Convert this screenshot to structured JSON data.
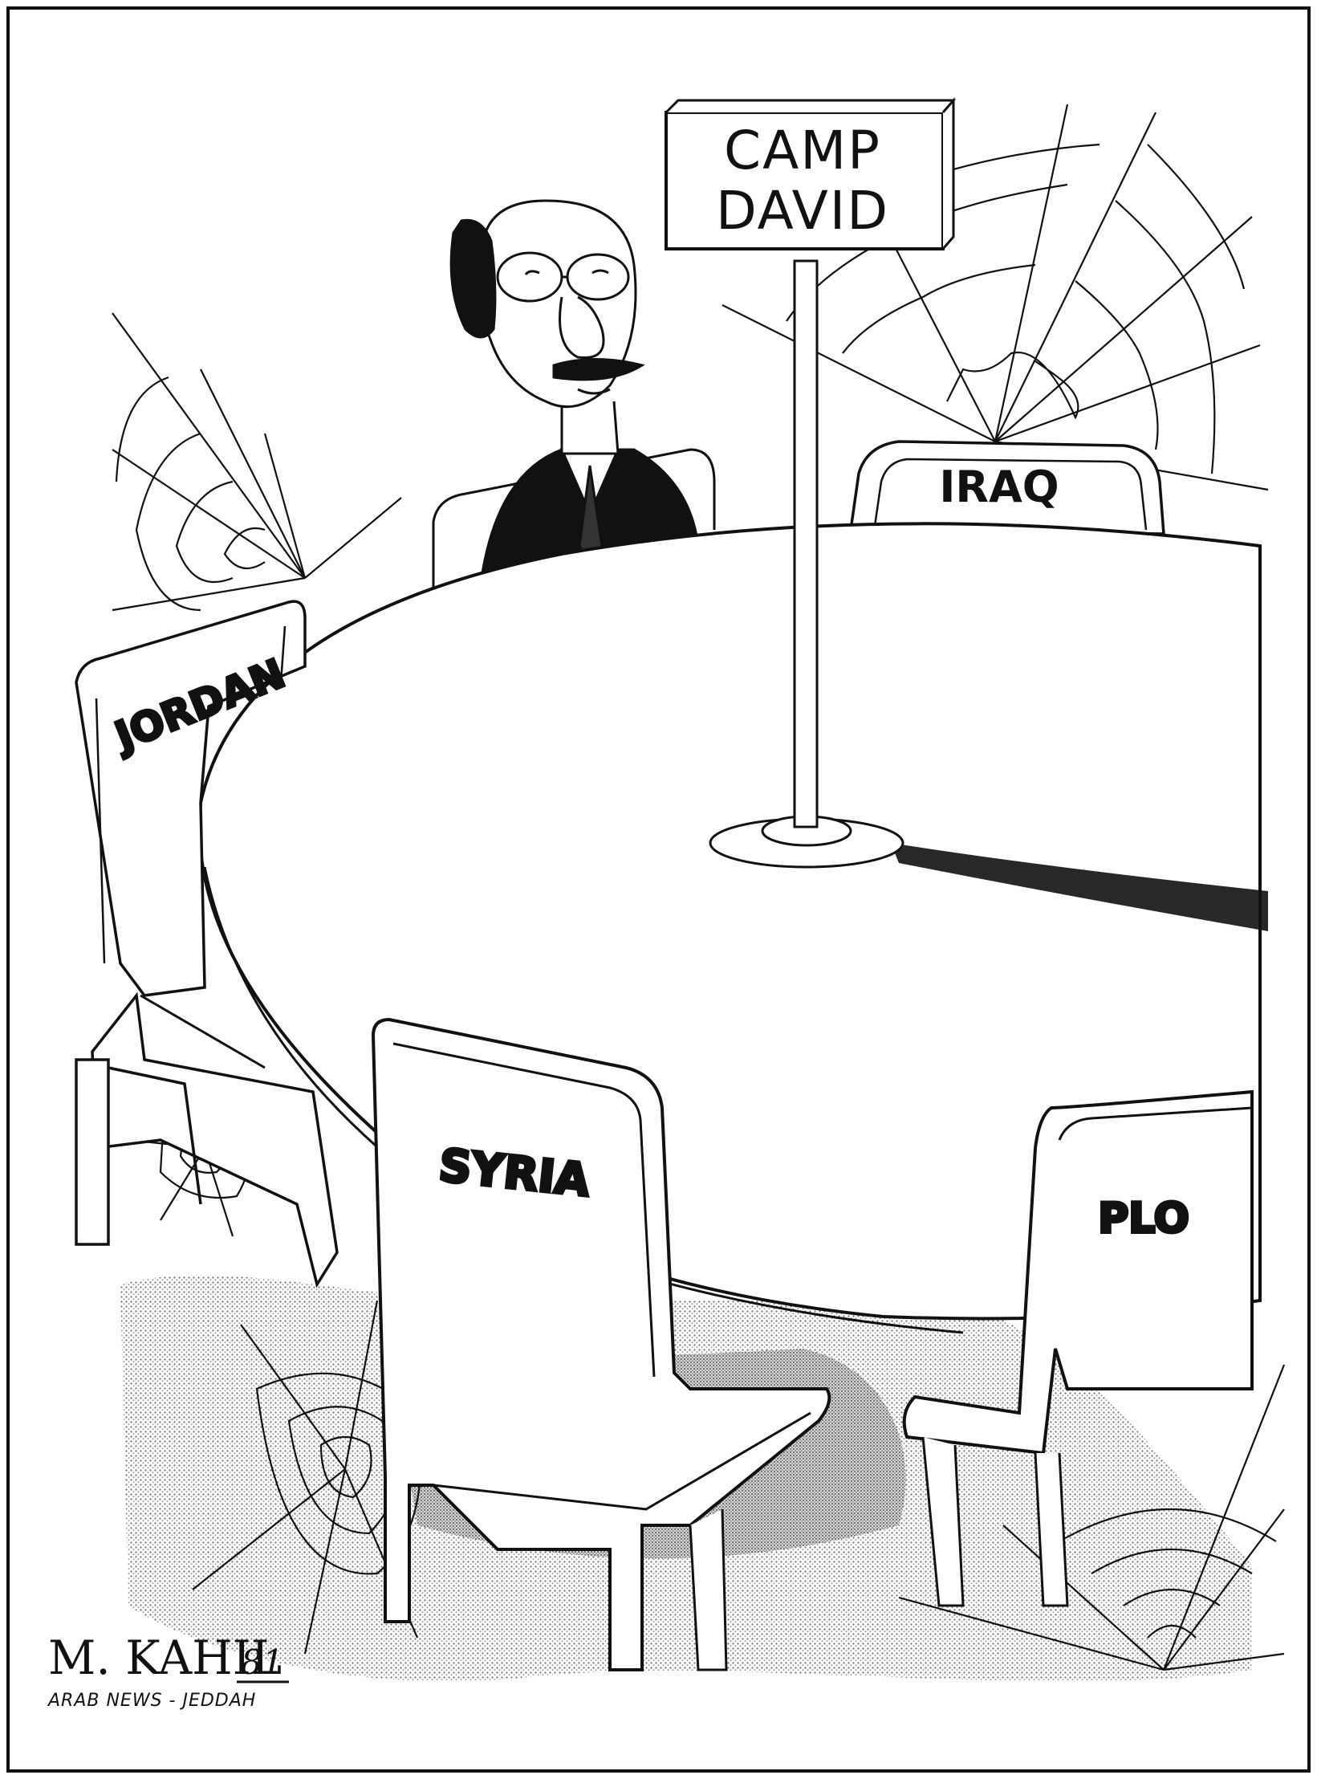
{
  "sign": {
    "line1": "CAMP",
    "line2": "DAVID"
  },
  "chairs": {
    "iraq": "IRAQ",
    "jordan": "JORDAN",
    "syria": "SYRIA",
    "plo": "PLO"
  },
  "signature": {
    "artist": "M. KAHIL",
    "year": "81",
    "publication": "ARAB NEWS - JEDDAH"
  },
  "colors": {
    "ink": "#111111",
    "paper": "#ffffff",
    "stipple": "#777777"
  }
}
